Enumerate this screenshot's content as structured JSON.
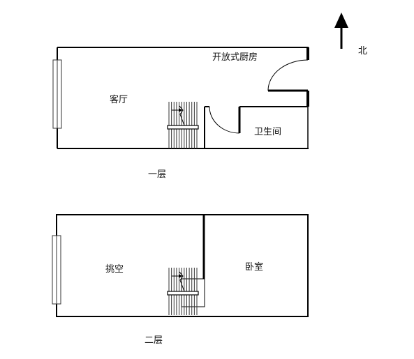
{
  "compass": {
    "label": "北",
    "icon": "north-arrow-icon"
  },
  "floor1": {
    "caption": "一层",
    "rooms": {
      "kitchen": "开放式厨房",
      "living": "客厅",
      "bathroom": "卫生间"
    }
  },
  "floor2": {
    "caption": "二层",
    "rooms": {
      "loft": "挑空",
      "bedroom": "卧室"
    }
  },
  "colors": {
    "wall": "#000000",
    "thin_line": "#222222",
    "background": "#ffffff"
  }
}
